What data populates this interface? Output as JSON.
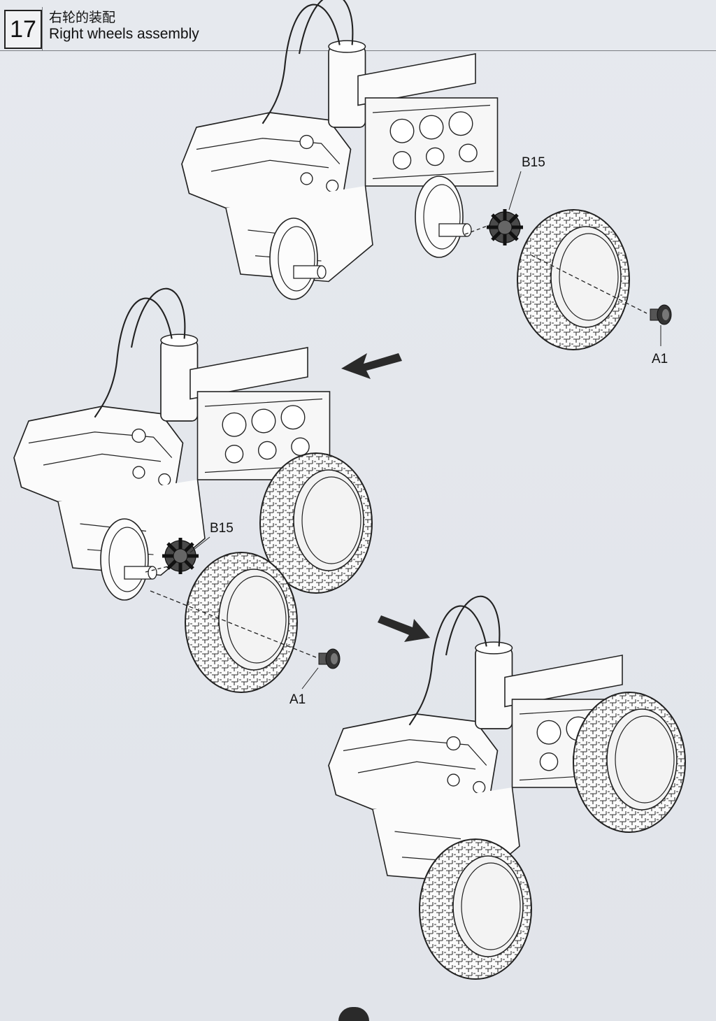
{
  "step": {
    "number": "17",
    "title_cn": "右轮的装配",
    "title_en": "Right wheels assembly"
  },
  "labels": {
    "b15_top": "B15",
    "a1_top": "A1",
    "b15_mid": "B15",
    "a1_mid": "A1"
  },
  "icons": [
    "arrow-left-down-icon",
    "arrow-right-down-icon"
  ]
}
